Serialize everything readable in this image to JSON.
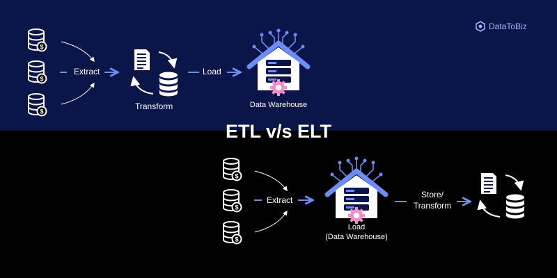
{
  "brand": {
    "name": "DataToBiz",
    "color": "#9fb2ff"
  },
  "title": "ETL v/s ELT",
  "colors": {
    "top_bg": "#0c1548",
    "bottom_bg": "#000000",
    "accent": "#6c8df5",
    "gear": "#f08fc8"
  },
  "etl": {
    "extract_label": "Extract",
    "transform_label": "Transform",
    "load_label": "Load",
    "warehouse_label": "Data Warehouse"
  },
  "elt": {
    "extract_label": "Extract",
    "load_line1": "Load",
    "load_line2": "(Data Warehouse)",
    "store_line1": "Store/",
    "store_line2": "Transform"
  },
  "icons": [
    "database-dollar-icon",
    "document-icon",
    "database-icon",
    "warehouse-icon",
    "gear-icon",
    "circuit-icon",
    "brand-logo-icon"
  ]
}
